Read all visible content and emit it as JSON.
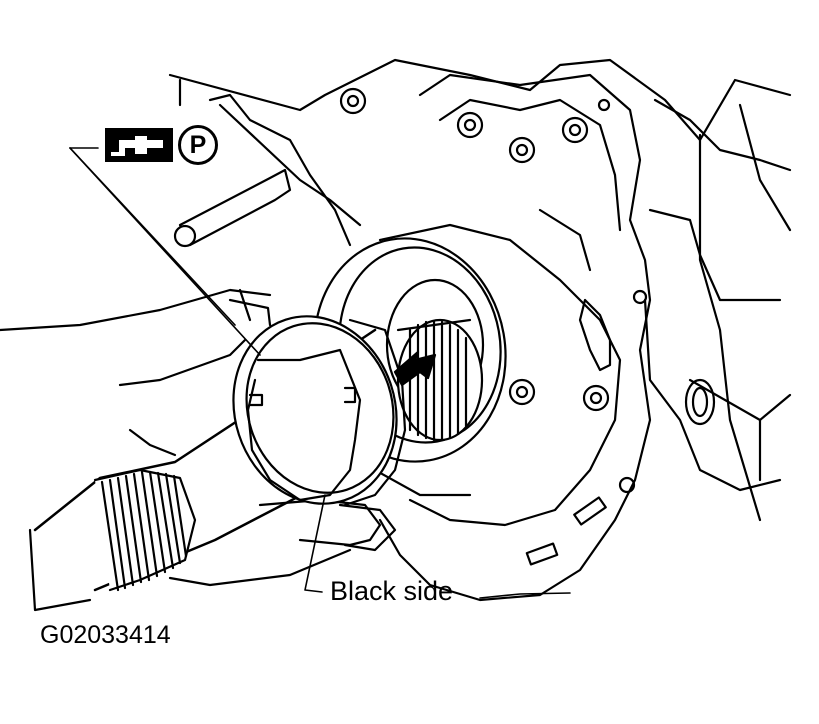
{
  "labels": {
    "callout": "Black side",
    "figure_code": "G02033414",
    "grease_symbol_letter": "P"
  },
  "icons": {
    "seal_install_symbol": "seal-drift-icon",
    "petroleum_jelly_symbol": "p-circle-icon"
  },
  "colors": {
    "line": "#000000",
    "background": "#ffffff"
  }
}
